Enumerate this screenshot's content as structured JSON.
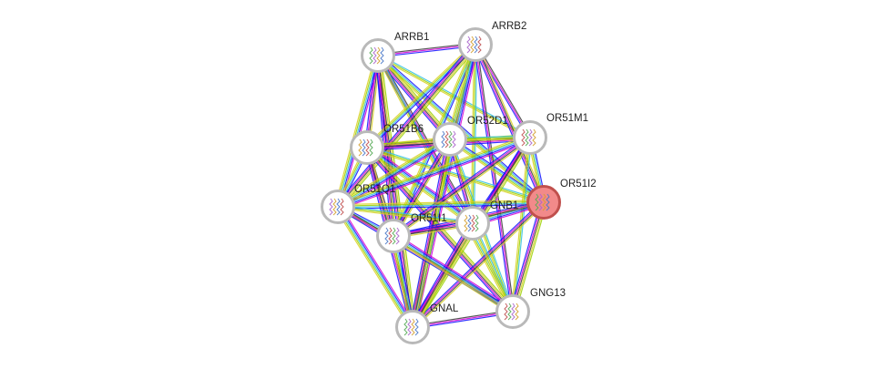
{
  "colors": {
    "background": "#ffffff",
    "node_border": "#b9b9b9",
    "node_fill": "#ffffff",
    "query_node_fill": "#f28a8a",
    "query_node_border": "#c0504d",
    "label": "#222222",
    "edge_colors": [
      "#3a3a3a",
      "#d400d4",
      "#1010ff",
      "#30c0e0",
      "#9ad000",
      "#d8d020"
    ]
  },
  "network": {
    "nodes": [
      {
        "id": "ARRB1",
        "label": "ARRB1",
        "query": false,
        "icon": "protein-structure-icon"
      },
      {
        "id": "ARRB2",
        "label": "ARRB2",
        "query": false,
        "icon": "protein-structure-icon"
      },
      {
        "id": "OR51B6",
        "label": "OR51B6",
        "query": false,
        "icon": "protein-structure-icon"
      },
      {
        "id": "OR52D1",
        "label": "OR52D1",
        "query": false,
        "icon": "protein-structure-icon"
      },
      {
        "id": "OR51M1",
        "label": "OR51M1",
        "query": false,
        "icon": "protein-structure-icon"
      },
      {
        "id": "OR51I2",
        "label": "OR51I2",
        "query": true,
        "icon": "protein-structure-icon"
      },
      {
        "id": "OR51Q1",
        "label": "OR51Q1",
        "query": false,
        "icon": "protein-structure-icon"
      },
      {
        "id": "GNB1",
        "label": "GNB1",
        "query": false,
        "icon": "protein-structure-icon"
      },
      {
        "id": "OR51I1",
        "label": "OR51I1",
        "query": false,
        "icon": "protein-structure-icon"
      },
      {
        "id": "GNG13",
        "label": "GNG13",
        "query": false,
        "icon": "protein-structure-icon"
      },
      {
        "id": "GNAL",
        "label": "GNAL",
        "query": false,
        "icon": "protein-structure-icon"
      }
    ],
    "edges": [
      [
        "ARRB1",
        "ARRB2"
      ],
      [
        "ARRB1",
        "OR51B6"
      ],
      [
        "ARRB1",
        "OR52D1"
      ],
      [
        "ARRB1",
        "OR51M1"
      ],
      [
        "ARRB1",
        "OR51I2"
      ],
      [
        "ARRB1",
        "OR51Q1"
      ],
      [
        "ARRB1",
        "GNB1"
      ],
      [
        "ARRB1",
        "OR51I1"
      ],
      [
        "ARRB1",
        "GNAL"
      ],
      [
        "ARRB1",
        "GNG13"
      ],
      [
        "ARRB2",
        "OR51B6"
      ],
      [
        "ARRB2",
        "OR52D1"
      ],
      [
        "ARRB2",
        "OR51M1"
      ],
      [
        "ARRB2",
        "OR51I2"
      ],
      [
        "ARRB2",
        "OR51Q1"
      ],
      [
        "ARRB2",
        "GNB1"
      ],
      [
        "ARRB2",
        "OR51I1"
      ],
      [
        "ARRB2",
        "GNAL"
      ],
      [
        "ARRB2",
        "GNG13"
      ],
      [
        "OR51B6",
        "OR52D1"
      ],
      [
        "OR51B6",
        "OR51M1"
      ],
      [
        "OR51B6",
        "OR51I2"
      ],
      [
        "OR51B6",
        "OR51Q1"
      ],
      [
        "OR51B6",
        "GNB1"
      ],
      [
        "OR51B6",
        "OR51I1"
      ],
      [
        "OR51B6",
        "GNAL"
      ],
      [
        "OR51B6",
        "GNG13"
      ],
      [
        "OR52D1",
        "OR51M1"
      ],
      [
        "OR52D1",
        "OR51I2"
      ],
      [
        "OR52D1",
        "OR51Q1"
      ],
      [
        "OR52D1",
        "GNB1"
      ],
      [
        "OR52D1",
        "OR51I1"
      ],
      [
        "OR52D1",
        "GNAL"
      ],
      [
        "OR52D1",
        "GNG13"
      ],
      [
        "OR51M1",
        "OR51I2"
      ],
      [
        "OR51M1",
        "OR51Q1"
      ],
      [
        "OR51M1",
        "GNB1"
      ],
      [
        "OR51M1",
        "OR51I1"
      ],
      [
        "OR51M1",
        "GNAL"
      ],
      [
        "OR51M1",
        "GNG13"
      ],
      [
        "OR51I2",
        "OR51Q1"
      ],
      [
        "OR51I2",
        "GNB1"
      ],
      [
        "OR51I2",
        "OR51I1"
      ],
      [
        "OR51I2",
        "GNAL"
      ],
      [
        "OR51I2",
        "GNG13"
      ],
      [
        "OR51Q1",
        "GNB1"
      ],
      [
        "OR51Q1",
        "OR51I1"
      ],
      [
        "OR51Q1",
        "GNAL"
      ],
      [
        "OR51Q1",
        "GNG13"
      ],
      [
        "GNB1",
        "OR51I1"
      ],
      [
        "GNB1",
        "GNAL"
      ],
      [
        "GNB1",
        "GNG13"
      ],
      [
        "OR51I1",
        "GNAL"
      ],
      [
        "OR51I1",
        "GNG13"
      ],
      [
        "GNAL",
        "GNG13"
      ]
    ]
  }
}
